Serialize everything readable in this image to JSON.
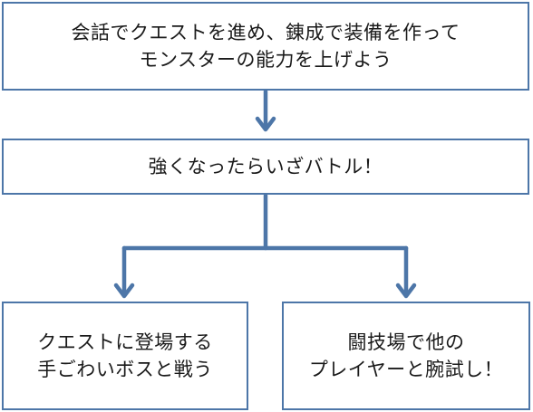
{
  "nodes": {
    "quest_craft": {
      "lines": [
        "会話でクエストを進め、錬成で装備を作って",
        "モンスターの能力を上げよう"
      ]
    },
    "battle": {
      "lines": [
        "強くなったらいざバトル！"
      ]
    },
    "quest_boss": {
      "lines": [
        "クエストに登場する",
        "手ごわいボスと戦う"
      ]
    },
    "arena": {
      "lines": [
        "闘技場で他の",
        "プレイヤーと腕試し！"
      ]
    }
  },
  "colors": {
    "border": "#4d76a8",
    "connector": "#4d76a8",
    "text": "#1a1a1a"
  }
}
